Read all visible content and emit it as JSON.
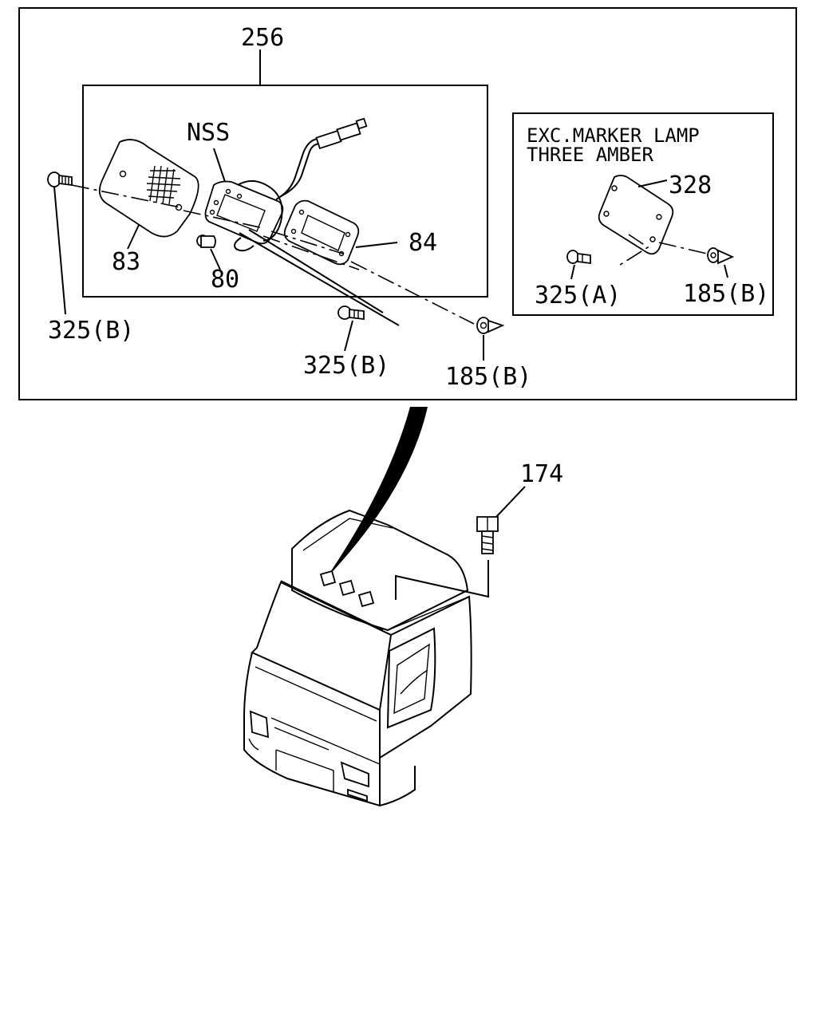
{
  "labels": {
    "assembly": "256",
    "nss": "NSS",
    "lens": "83",
    "bulb": "80",
    "base": "84",
    "screw_left": "325(B)",
    "screw_mid": "325(B)",
    "clip_main": "185(B)",
    "bolt": "174"
  },
  "inset": {
    "line1": "EXC.MARKER LAMP",
    "line2": "THREE AMBER",
    "lamp": "328",
    "screw": "325(A)",
    "clip": "185(B)"
  }
}
